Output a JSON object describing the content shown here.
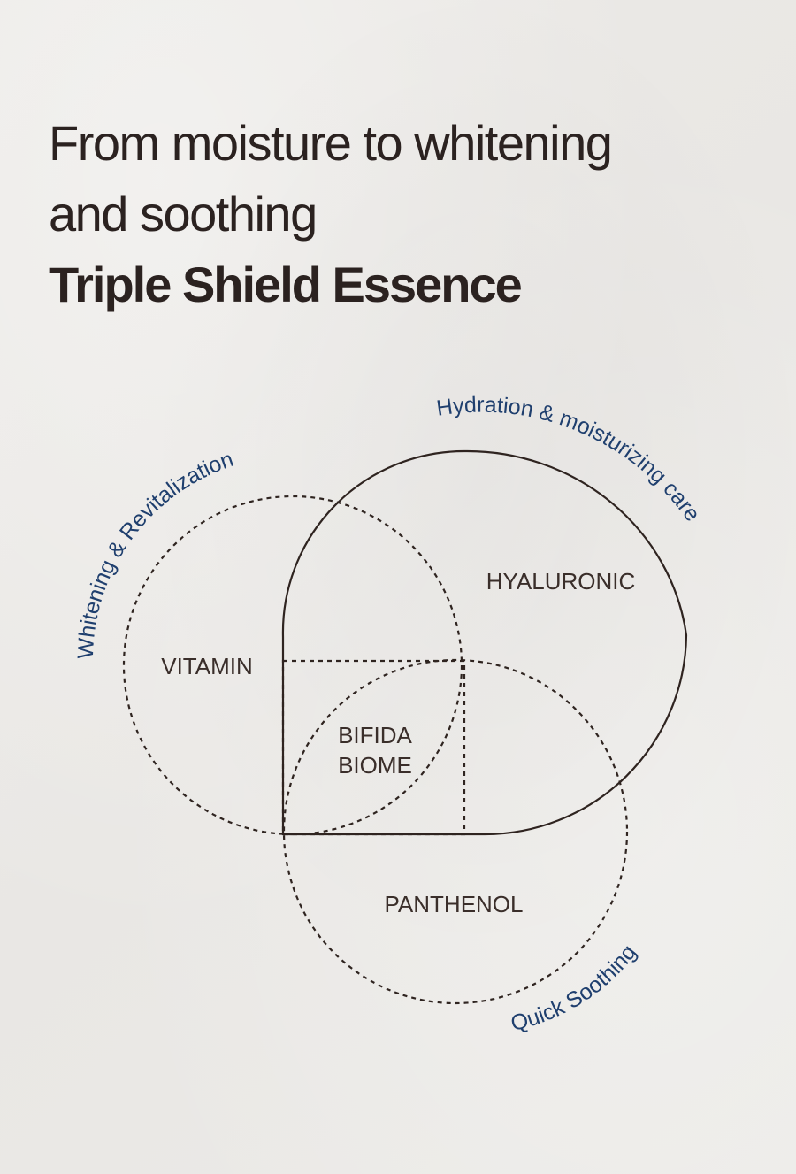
{
  "headline": {
    "line1": "From moisture to whitening",
    "line2": "and soothing",
    "line3": "Triple Shield Essence"
  },
  "diagram": {
    "ingredients": {
      "vitamin": "VITAMIN",
      "hyaluronic": "HYALURONIC",
      "bifida_line1": "BIFIDA",
      "bifida_line2": "BIOME",
      "panthenol": "PANTHENOL"
    },
    "benefits": {
      "whitening": "Whitening & Revitalization",
      "hydration": "Hydration & moisturizing care",
      "soothing": "Quick Soothing"
    },
    "colors": {
      "line": "#2f2420",
      "benefit_text": "#1f3f6e",
      "headline_text": "#2b2220"
    }
  }
}
